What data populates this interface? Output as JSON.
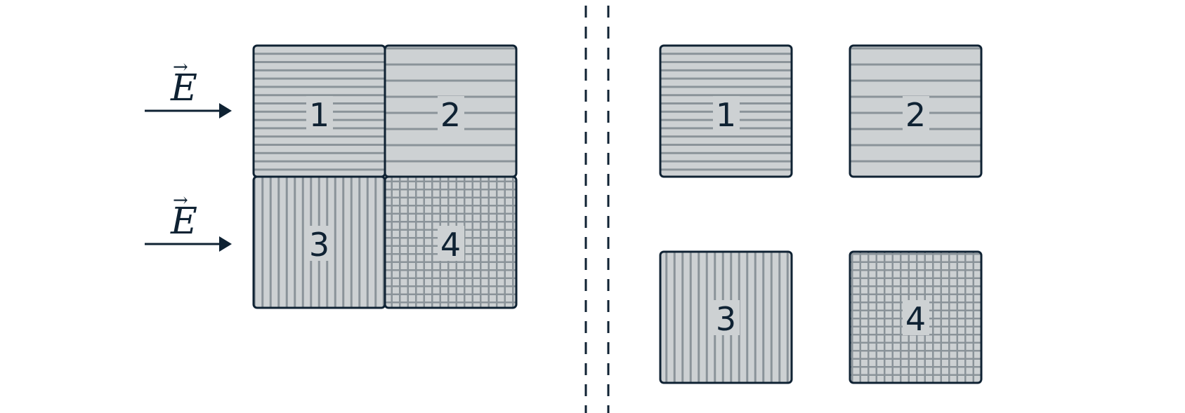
{
  "colors": {
    "tile_fill": "#cdd1d3",
    "hatch": "#8a9399",
    "outline": "#0f2233",
    "label_bg": "#cdd1d3"
  },
  "field": {
    "symbol": "E",
    "vector_arrow": "→"
  },
  "left_panel": {
    "tiles": [
      {
        "label": "1",
        "pattern": "fine-horizontal-lines"
      },
      {
        "label": "2",
        "pattern": "coarse-horizontal-lines"
      },
      {
        "label": "3",
        "pattern": "vertical-lines"
      },
      {
        "label": "4",
        "pattern": "grid"
      }
    ]
  },
  "right_panel": {
    "tiles": [
      {
        "label": "1",
        "pattern": "fine-horizontal-lines"
      },
      {
        "label": "2",
        "pattern": "coarse-horizontal-lines"
      },
      {
        "label": "3",
        "pattern": "vertical-lines"
      },
      {
        "label": "4",
        "pattern": "grid"
      }
    ]
  }
}
